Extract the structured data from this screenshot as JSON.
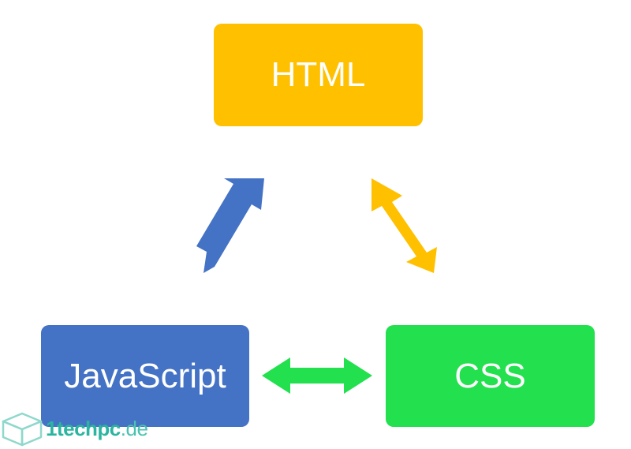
{
  "nodes": {
    "html": {
      "label": "HTML",
      "color": "#FFC000"
    },
    "javascript": {
      "label": "JavaScript",
      "color": "#4472C4"
    },
    "css": {
      "label": "CSS",
      "color": "#22E04E"
    }
  },
  "arrows": [
    {
      "from": "javascript",
      "to": "html",
      "type": "bidirectional",
      "color": "#4472C4"
    },
    {
      "from": "html",
      "to": "css",
      "type": "bidirectional",
      "color": "#FFC000"
    },
    {
      "from": "javascript",
      "to": "css",
      "type": "bidirectional",
      "color": "#22E04E"
    }
  ],
  "watermark": {
    "brand": "1techpc",
    "suffix": ".de",
    "icon": "cube-logo-icon"
  }
}
